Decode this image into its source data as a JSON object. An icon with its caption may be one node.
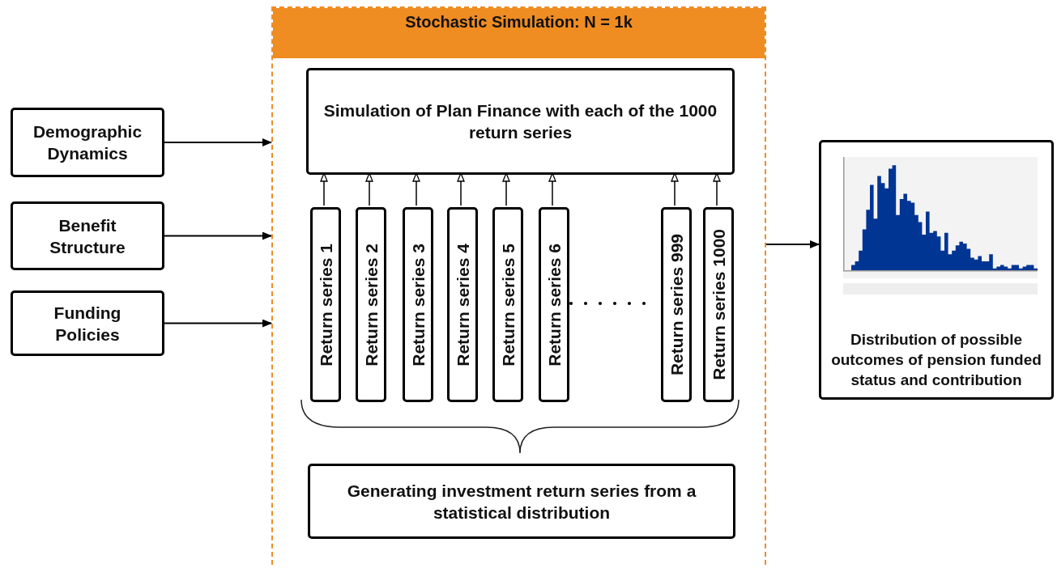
{
  "diagram": {
    "nodes": [
      {
        "text": [
          "Stochastic Simulation: N = 1k"
        ]
      },
      {
        "text": [
          "Demographic Dynamics"
        ]
      },
      {
        "text": [
          "Benefit Structure"
        ]
      },
      {
        "text": [
          "Funding Policies"
        ]
      },
      {
        "text": [
          "Simulation of Plan Finance with each of the 1000 return series"
        ],
        "in": 0
      },
      {
        "text": [
          "Return series 1"
        ],
        "in": 0
      },
      {
        "text": [
          "Return series 2"
        ],
        "in": 0
      },
      {
        "text": [
          "Return series 3"
        ],
        "in": 0
      },
      {
        "text": [
          "Return series 4"
        ],
        "in": 0
      },
      {
        "text": [
          "Return series 5"
        ],
        "in": 0
      },
      {
        "text": [
          "Return series 6"
        ],
        "in": 0
      },
      {
        "text": [
          "Return series 999"
        ],
        "in": 0
      },
      {
        "text": [
          "Return series 1000"
        ],
        "in": 0
      },
      {
        "text": [
          "Generating investment return series from a statistical distribution"
        ],
        "in": 0
      },
      {
        "text": [
          "Distribution of possible outcomes  of pension funded status and contribution"
        ]
      }
    ],
    "edges": [
      {
        "from": 1,
        "to": 0,
        "arrow": "to"
      },
      {
        "from": 2,
        "to": 0,
        "arrow": "to"
      },
      {
        "from": 3,
        "to": 0,
        "arrow": "to"
      },
      {
        "from": 5,
        "to": 4,
        "arrow": "to"
      },
      {
        "from": 6,
        "to": 4,
        "arrow": "to"
      },
      {
        "from": 7,
        "to": 4,
        "arrow": "to"
      },
      {
        "from": 8,
        "to": 4,
        "arrow": "to"
      },
      {
        "from": 9,
        "to": 4,
        "arrow": "to"
      },
      {
        "from": 10,
        "to": 4,
        "arrow": "to"
      },
      {
        "from": 11,
        "to": 4,
        "arrow": "to"
      },
      {
        "from": 12,
        "to": 4,
        "arrow": "to"
      },
      {
        "from": 0,
        "to": 14,
        "arrow": "to"
      }
    ]
  }
}
